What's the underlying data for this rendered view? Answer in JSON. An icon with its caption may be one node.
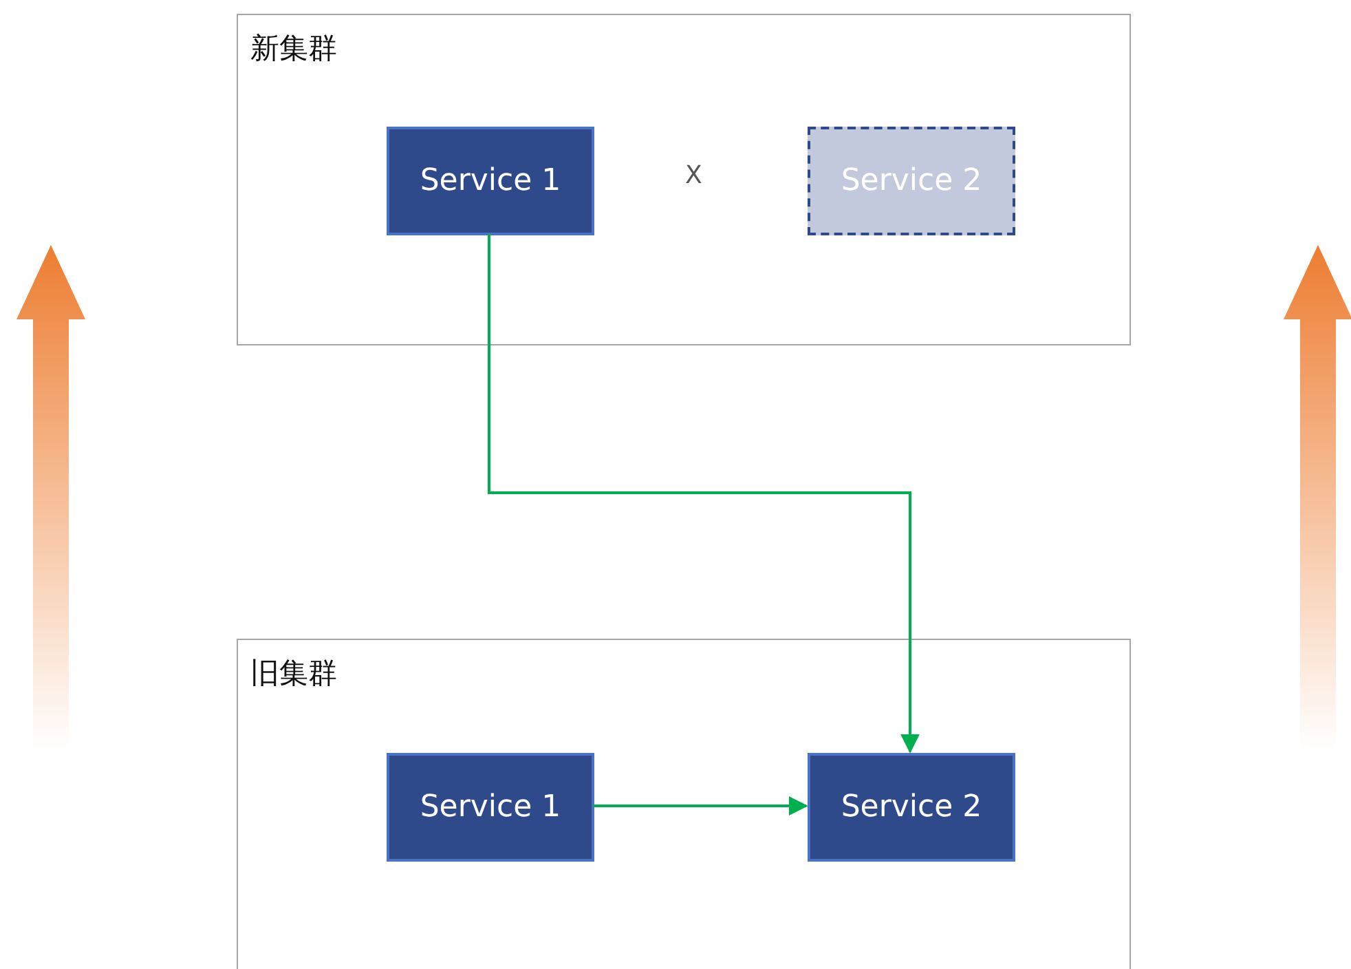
{
  "diagram": {
    "nodes": [
      {
        "text": [
          "新集群"
        ]
      },
      {
        "text": [
          "Service 1"
        ],
        "in": 0
      },
      {
        "text": [
          "Service 2"
        ],
        "in": 0
      },
      {
        "text": [
          "旧集群"
        ]
      },
      {
        "text": [
          "Service 1"
        ],
        "in": 3
      },
      {
        "text": [
          "Service 2"
        ],
        "in": 3
      }
    ],
    "edges": [
      {
        "from": 1,
        "to": 5,
        "arrow": "to"
      },
      {
        "from": 4,
        "to": 5,
        "arrow": "to"
      }
    ],
    "labels": [
      "X"
    ]
  }
}
